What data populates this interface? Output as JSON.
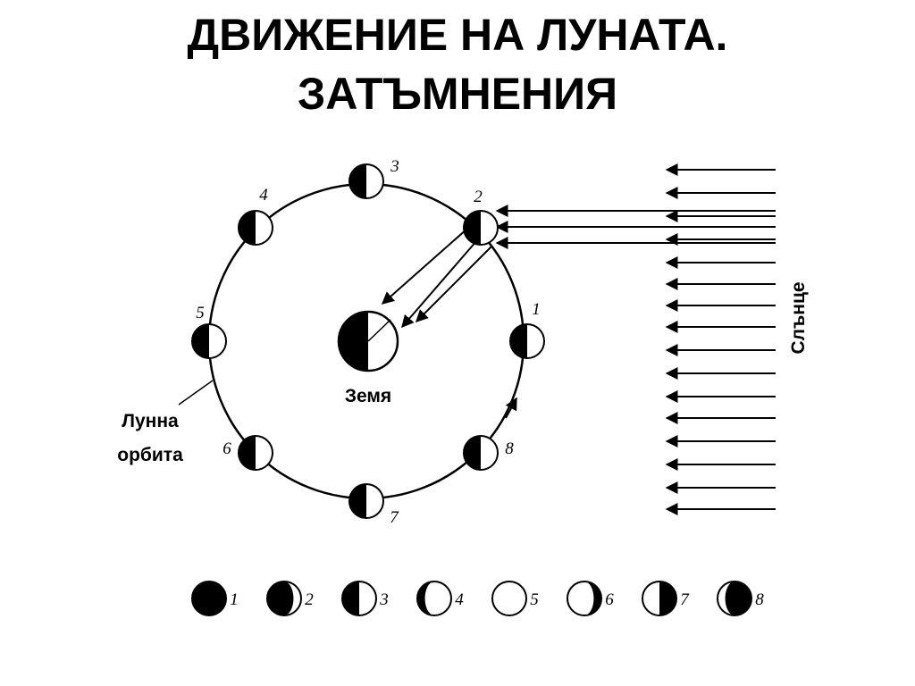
{
  "title": {
    "line1": "ДВИЖЕНИЕ НА ЛУНАТА.",
    "line2": "ЗАТЪМНЕНИЯ"
  },
  "labels": {
    "earth": "Земя",
    "orbit_line1": "Лунна",
    "orbit_line2": "орбита",
    "sun": "Слънце"
  },
  "orbit_positions": [
    {
      "number": "1"
    },
    {
      "number": "2"
    },
    {
      "number": "3"
    },
    {
      "number": "4"
    },
    {
      "number": "5"
    },
    {
      "number": "6"
    },
    {
      "number": "7"
    },
    {
      "number": "8"
    }
  ],
  "phases": [
    {
      "number": "1",
      "phase": "new-moon"
    },
    {
      "number": "2",
      "phase": "waxing-crescent"
    },
    {
      "number": "3",
      "phase": "first-quarter"
    },
    {
      "number": "4",
      "phase": "waxing-gibbous"
    },
    {
      "number": "5",
      "phase": "full-moon"
    },
    {
      "number": "6",
      "phase": "waning-gibbous"
    },
    {
      "number": "7",
      "phase": "last-quarter"
    },
    {
      "number": "8",
      "phase": "waning-crescent"
    }
  ],
  "colors": {
    "ink": "#000000",
    "paper": "#ffffff"
  }
}
